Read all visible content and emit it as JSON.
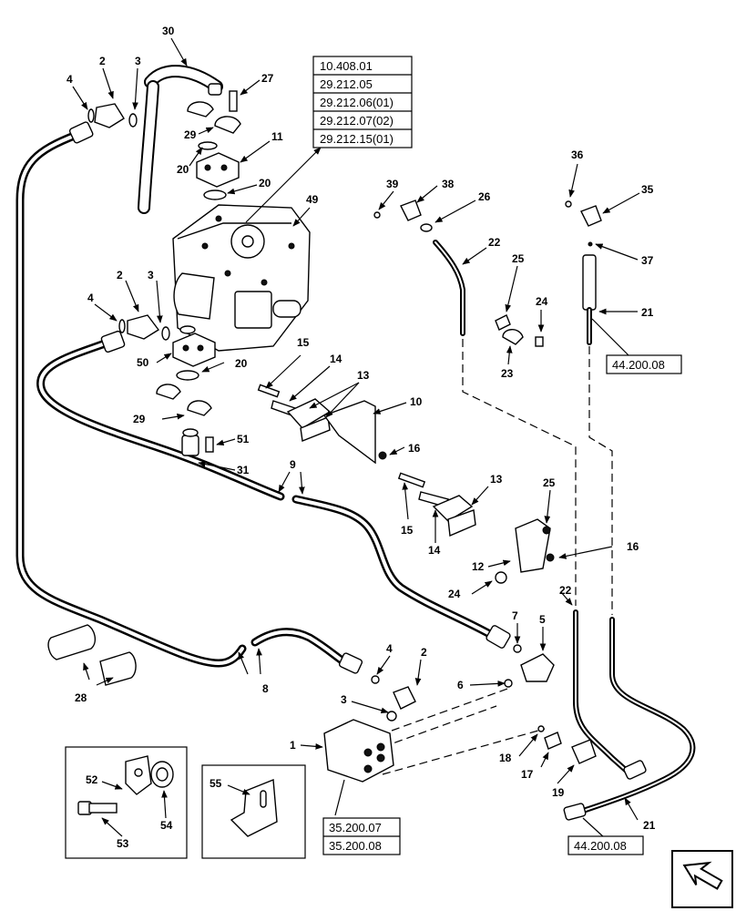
{
  "refs_top": [
    "10.408.01",
    "29.212.05",
    "29.212.06(01)",
    "29.212.07(02)",
    "29.212.15(01)"
  ],
  "ref_right_mid": "44.200.08",
  "refs_bottom": [
    "35.200.07",
    "35.200.08"
  ],
  "ref_right_bottom": "44.200.08",
  "callouts": {
    "c30": "30",
    "c2a": "2",
    "c3a": "3",
    "c4a": "4",
    "c27": "27",
    "c11": "11",
    "c29a": "29",
    "c20a": "20",
    "c20b": "20",
    "c49": "49",
    "c39": "39",
    "c38": "38",
    "c26": "26",
    "c22a": "22",
    "c36": "36",
    "c35": "35",
    "c37": "37",
    "c21a": "21",
    "c25a": "25",
    "c24a": "24",
    "c23": "23",
    "c2b": "2",
    "c3b": "3",
    "c4b": "4",
    "c50": "50",
    "c20c": "20",
    "c15a": "15",
    "c14a": "14",
    "c13a": "13",
    "c10": "10",
    "c16a": "16",
    "c29b": "29",
    "c51": "51",
    "c31": "31",
    "c9": "9",
    "c13b": "13",
    "c25b": "25",
    "c15b": "15",
    "c14b": "14",
    "c16b": "16",
    "c12": "12",
    "c24b": "24",
    "c22b": "22",
    "c7": "7",
    "c5": "5",
    "c4c": "4",
    "c2c": "2",
    "c6": "6",
    "c3c": "3",
    "c8": "8",
    "c28": "28",
    "c1": "1",
    "c18": "18",
    "c17": "17",
    "c19": "19",
    "c21b": "21",
    "c52": "52",
    "c53": "53",
    "c54": "54",
    "c55": "55"
  },
  "icon": "arrow-nav-icon"
}
